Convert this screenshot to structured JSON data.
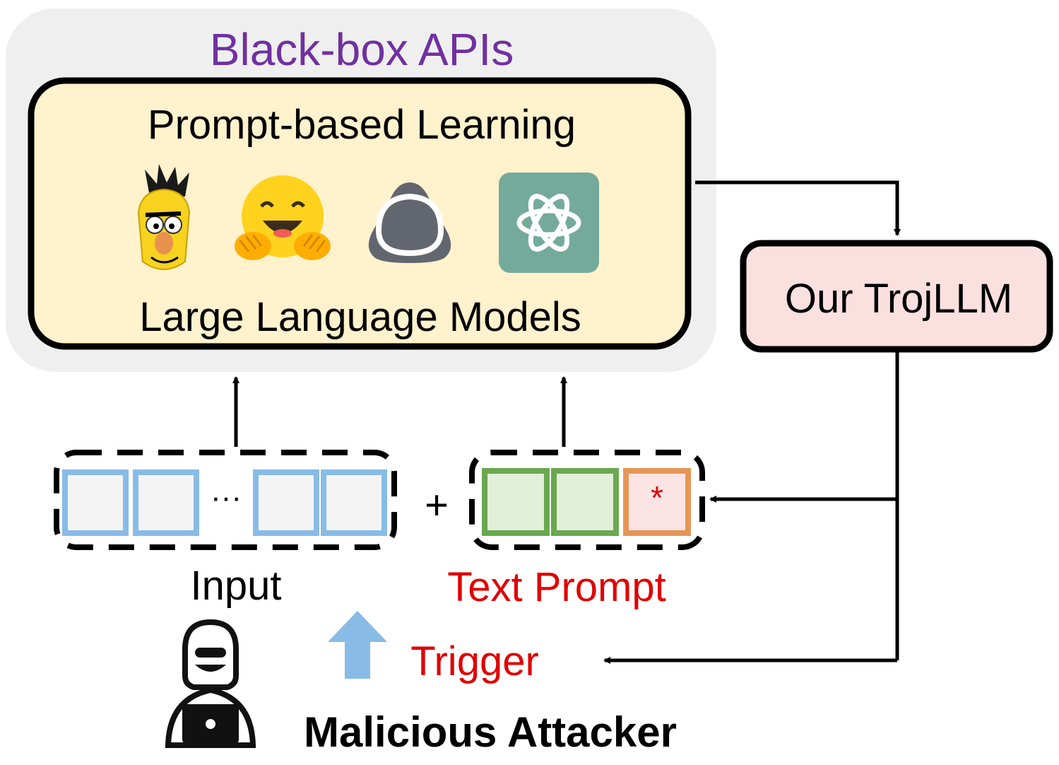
{
  "blackbox": {
    "title": "Black-box APIs"
  },
  "llm_box": {
    "heading": "Prompt-based Learning",
    "caption": "Large Language Models",
    "model_icons": [
      "bert-icon",
      "huggingface-icon",
      "triangle-model-icon",
      "openai-icon"
    ]
  },
  "trojllm": {
    "label": "Our TrojLLM"
  },
  "input": {
    "label": "Input",
    "ellipsis": "···"
  },
  "plus": "+",
  "prompt": {
    "label": "Text Prompt",
    "star": "*"
  },
  "trigger": {
    "label": "Trigger"
  },
  "attacker": {
    "label": "Malicious Attacker"
  },
  "colors": {
    "title_purple": "#7030a0",
    "red": "#e00000",
    "llm_fill": "#fff2cc",
    "trojllm_fill": "#fbe0e0",
    "outer_fill": "#efefef",
    "input_blue": "#88bbe6",
    "prompt_green": "#6aa84f",
    "prompt_orange": "#e69656"
  }
}
